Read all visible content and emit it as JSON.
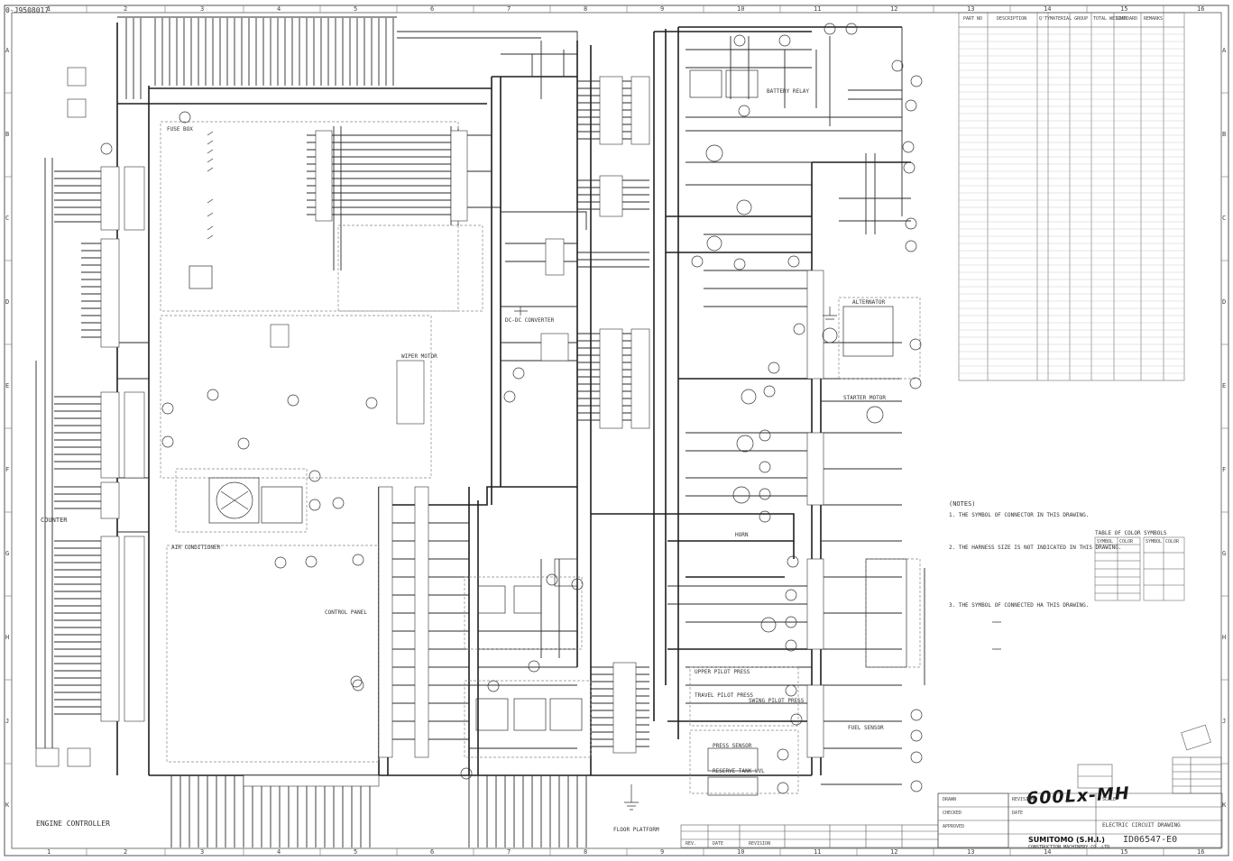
{
  "sheet": {
    "doc_number_corner": "0-J9508017",
    "handwritten_model": "600Lx-MH",
    "company": "SUMITOMO (S.H.I.)",
    "company_sub": "CONSTRUCTION MACHINERY CO.,LTD",
    "drawing_title": "ELECTRIC CIRCUIT DRAWING",
    "drawing_number": "ID06547-E0",
    "engine_controller": "ENGINE CONTROLLER",
    "floor_platform": "FLOOR PLATFORM",
    "counter": "COUNTER"
  },
  "grid": {
    "columns": [
      "1",
      "2",
      "3",
      "4",
      "5",
      "6",
      "7",
      "8",
      "9",
      "10",
      "11",
      "12",
      "13",
      "14",
      "15",
      "16"
    ],
    "rows": [
      "A",
      "B",
      "C",
      "D",
      "E",
      "F",
      "G",
      "H",
      "J",
      "K"
    ]
  },
  "blocks": {
    "air_conditioner": "AIR CONDITIONER",
    "control_panel": "CONTROL PANEL",
    "wiper_motor": "WIPER MOTOR",
    "alternator": "ALTERNATOR",
    "starter_motor": "STARTER MOTOR",
    "fuel_sensor": "FUEL SENSOR",
    "horn": "HORN",
    "reserve_tank": "RESERVE TANK LVL",
    "press_sensor": "PRESS SENSOR",
    "travel_pilot": "TRAVEL PILOT PRESS",
    "swing_pilot": "SWING PILOT PRESS",
    "upper_pilot": "UPPER PILOT PRESS",
    "dc_dc_converter": "DC-DC CONVERTER",
    "battery_relay": "BATTERY RELAY",
    "fuse_box": "FUSE BOX"
  },
  "parts_table": {
    "headers": [
      "PART NO",
      "DESCRIPTION",
      "Q'TY",
      "MATERIAL GROUP",
      "TOTAL WEIGHT",
      "STANDARD",
      "REMARKS"
    ]
  },
  "notes": {
    "title": "(NOTES)",
    "n1": "1. THE SYMBOL OF CONNECTOR IN THIS DRAWING.",
    "n2": "2. THE HARNESS SIZE IS NOT INDICATED IN THIS DRAWING.",
    "n3": "3. THE SYMBOL OF CONNECTED HA THIS DRAWING.",
    "color_table_title": "TABLE OF COLOR SYMBOLS",
    "color_headers": [
      "SYMBOL",
      "COLOR",
      "SYMBOL",
      "COLOR"
    ]
  },
  "title_block": {
    "revision": "REVISION",
    "scale": "SCALE",
    "date": "DATE",
    "drawn": "DRAWN",
    "checked": "CHECKED",
    "approved": "APPROVED",
    "rev_col": "REV.",
    "date_col": "DATE",
    "rev_label": "REVISION"
  },
  "colors": {
    "ink": "#222222",
    "light_ink": "#9a9a9a",
    "frame": "#555555",
    "paper": "#ffffff"
  }
}
